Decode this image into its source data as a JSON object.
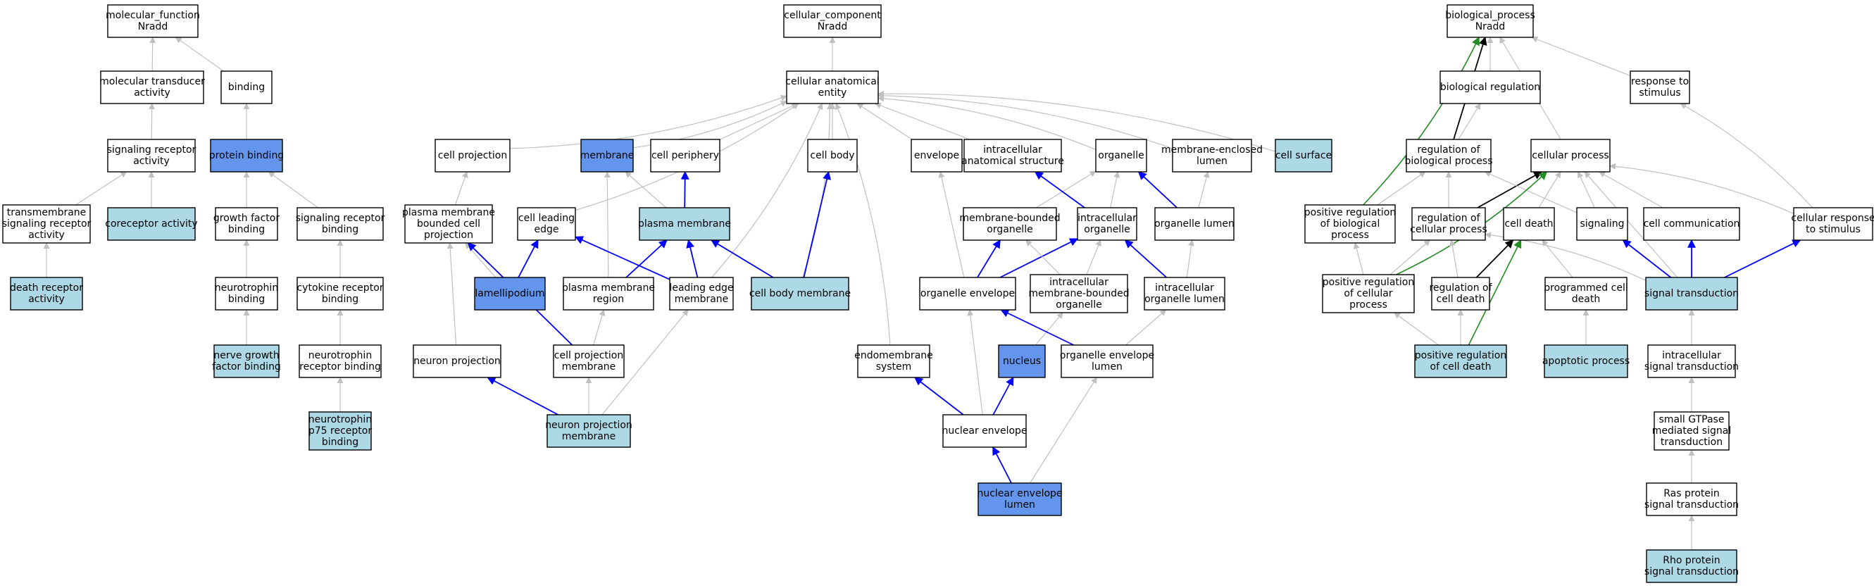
{
  "colors": {
    "plain": "#ffffff",
    "light": "#add8e6",
    "dark": "#6495ed",
    "edge_is_a": "#c0c0c0",
    "edge_part_of": "#0000ff",
    "edge_regulates": "#000000",
    "edge_pos_regulates": "#228b22"
  },
  "nodes": [
    {
      "id": "mf",
      "lines": [
        "molecular_function",
        "Nradd"
      ],
      "fill": "plain"
    },
    {
      "id": "mta",
      "lines": [
        "molecular transducer",
        "activity"
      ],
      "fill": "plain"
    },
    {
      "id": "binding",
      "lines": [
        "binding"
      ],
      "fill": "plain"
    },
    {
      "id": "sra",
      "lines": [
        "signaling receptor",
        "activity"
      ],
      "fill": "plain"
    },
    {
      "id": "pb",
      "lines": [
        "protein binding"
      ],
      "fill": "dark"
    },
    {
      "id": "tmsra",
      "lines": [
        "transmembrane",
        "signaling receptor",
        "activity"
      ],
      "fill": "plain"
    },
    {
      "id": "corec",
      "lines": [
        "coreceptor activity"
      ],
      "fill": "light"
    },
    {
      "id": "gfb",
      "lines": [
        "growth factor",
        "binding"
      ],
      "fill": "plain"
    },
    {
      "id": "srb",
      "lines": [
        "signaling receptor",
        "binding"
      ],
      "fill": "plain"
    },
    {
      "id": "dra",
      "lines": [
        "death receptor",
        "activity"
      ],
      "fill": "light"
    },
    {
      "id": "ntb",
      "lines": [
        "neurotrophin",
        "binding"
      ],
      "fill": "plain"
    },
    {
      "id": "crb",
      "lines": [
        "cytokine receptor",
        "binding"
      ],
      "fill": "plain"
    },
    {
      "id": "ngfb",
      "lines": [
        "nerve growth",
        "factor binding"
      ],
      "fill": "light"
    },
    {
      "id": "ntrb",
      "lines": [
        "neurotrophin",
        "receptor binding"
      ],
      "fill": "plain"
    },
    {
      "id": "p75",
      "lines": [
        "neurotrophin",
        "p75 receptor",
        "binding"
      ],
      "fill": "light"
    },
    {
      "id": "cc",
      "lines": [
        "cellular_component",
        "Nradd"
      ],
      "fill": "plain"
    },
    {
      "id": "cae",
      "lines": [
        "cellular anatomical",
        "entity"
      ],
      "fill": "plain"
    },
    {
      "id": "cproj",
      "lines": [
        "cell projection"
      ],
      "fill": "plain"
    },
    {
      "id": "membrane",
      "lines": [
        "membrane"
      ],
      "fill": "dark"
    },
    {
      "id": "cperiph",
      "lines": [
        "cell periphery"
      ],
      "fill": "plain"
    },
    {
      "id": "cbody",
      "lines": [
        "cell body"
      ],
      "fill": "plain"
    },
    {
      "id": "envelope",
      "lines": [
        "envelope"
      ],
      "fill": "plain"
    },
    {
      "id": "ias",
      "lines": [
        "intracellular",
        "anatomical structure"
      ],
      "fill": "plain"
    },
    {
      "id": "organelle",
      "lines": [
        "organelle"
      ],
      "fill": "plain"
    },
    {
      "id": "mel",
      "lines": [
        "membrane-enclosed",
        "lumen"
      ],
      "fill": "plain"
    },
    {
      "id": "csurf",
      "lines": [
        "cell surface"
      ],
      "fill": "light"
    },
    {
      "id": "pmbcp",
      "lines": [
        "plasma membrane",
        "bounded cell",
        "projection"
      ],
      "fill": "plain"
    },
    {
      "id": "cle",
      "lines": [
        "cell leading",
        "edge"
      ],
      "fill": "plain"
    },
    {
      "id": "pm",
      "lines": [
        "plasma membrane"
      ],
      "fill": "light"
    },
    {
      "id": "mbo",
      "lines": [
        "membrane-bounded",
        "organelle"
      ],
      "fill": "plain"
    },
    {
      "id": "io",
      "lines": [
        "intracellular",
        "organelle"
      ],
      "fill": "plain"
    },
    {
      "id": "ol",
      "lines": [
        "organelle lumen"
      ],
      "fill": "plain"
    },
    {
      "id": "lam",
      "lines": [
        "lamellipodium"
      ],
      "fill": "dark"
    },
    {
      "id": "pmr",
      "lines": [
        "plasma membrane",
        "region"
      ],
      "fill": "plain"
    },
    {
      "id": "lem",
      "lines": [
        "leading edge",
        "membrane"
      ],
      "fill": "plain"
    },
    {
      "id": "cbm",
      "lines": [
        "cell body membrane"
      ],
      "fill": "light"
    },
    {
      "id": "oe",
      "lines": [
        "organelle envelope"
      ],
      "fill": "plain"
    },
    {
      "id": "imbo",
      "lines": [
        "intracellular",
        "membrane-bounded",
        "organelle"
      ],
      "fill": "plain"
    },
    {
      "id": "iol",
      "lines": [
        "intracellular",
        "organelle lumen"
      ],
      "fill": "plain"
    },
    {
      "id": "nproj",
      "lines": [
        "neuron projection"
      ],
      "fill": "plain"
    },
    {
      "id": "cpm",
      "lines": [
        "cell projection",
        "membrane"
      ],
      "fill": "plain"
    },
    {
      "id": "endo",
      "lines": [
        "endomembrane",
        "system"
      ],
      "fill": "plain"
    },
    {
      "id": "nucleus",
      "lines": [
        "nucleus"
      ],
      "fill": "dark"
    },
    {
      "id": "oel",
      "lines": [
        "organelle envelope",
        "lumen"
      ],
      "fill": "plain"
    },
    {
      "id": "npm",
      "lines": [
        "neuron projection",
        "membrane"
      ],
      "fill": "light"
    },
    {
      "id": "ne",
      "lines": [
        "nuclear envelope"
      ],
      "fill": "plain"
    },
    {
      "id": "nel",
      "lines": [
        "nuclear envelope",
        "lumen"
      ],
      "fill": "dark"
    },
    {
      "id": "bp",
      "lines": [
        "biological_process",
        "Nradd"
      ],
      "fill": "plain"
    },
    {
      "id": "breg",
      "lines": [
        "biological regulation"
      ],
      "fill": "plain"
    },
    {
      "id": "rts",
      "lines": [
        "response to",
        "stimulus"
      ],
      "fill": "plain"
    },
    {
      "id": "robp",
      "lines": [
        "regulation of",
        "biological process"
      ],
      "fill": "plain"
    },
    {
      "id": "cp",
      "lines": [
        "cellular process"
      ],
      "fill": "plain"
    },
    {
      "id": "prbp",
      "lines": [
        "positive regulation",
        "of biological",
        "process"
      ],
      "fill": "plain"
    },
    {
      "id": "rocp",
      "lines": [
        "regulation of",
        "cellular process"
      ],
      "fill": "plain"
    },
    {
      "id": "cdeath",
      "lines": [
        "cell death"
      ],
      "fill": "plain"
    },
    {
      "id": "signaling",
      "lines": [
        "signaling"
      ],
      "fill": "plain"
    },
    {
      "id": "ccomm",
      "lines": [
        "cell communication"
      ],
      "fill": "plain"
    },
    {
      "id": "crts",
      "lines": [
        "cellular response",
        "to stimulus"
      ],
      "fill": "plain"
    },
    {
      "id": "prcp",
      "lines": [
        "positive regulation",
        "of cellular",
        "process"
      ],
      "fill": "plain"
    },
    {
      "id": "rocd",
      "lines": [
        "regulation of",
        "cell death"
      ],
      "fill": "plain"
    },
    {
      "id": "pcd",
      "lines": [
        "programmed cell",
        "death"
      ],
      "fill": "plain"
    },
    {
      "id": "st",
      "lines": [
        "signal transduction"
      ],
      "fill": "light"
    },
    {
      "id": "prcd",
      "lines": [
        "positive regulation",
        "of cell death"
      ],
      "fill": "light"
    },
    {
      "id": "apop",
      "lines": [
        "apoptotic process"
      ],
      "fill": "light"
    },
    {
      "id": "ist",
      "lines": [
        "intracellular",
        "signal transduction"
      ],
      "fill": "plain"
    },
    {
      "id": "sgtp",
      "lines": [
        "small GTPase",
        "mediated signal",
        "transduction"
      ],
      "fill": "plain"
    },
    {
      "id": "ras",
      "lines": [
        "Ras protein",
        "signal transduction"
      ],
      "fill": "plain"
    },
    {
      "id": "rho",
      "lines": [
        "Rho protein",
        "signal transduction"
      ],
      "fill": "light"
    }
  ],
  "edges": [
    {
      "from": "mta",
      "to": "mf",
      "type": "is_a"
    },
    {
      "from": "binding",
      "to": "mf",
      "type": "is_a"
    },
    {
      "from": "sra",
      "to": "mta",
      "type": "is_a"
    },
    {
      "from": "pb",
      "to": "binding",
      "type": "is_a"
    },
    {
      "from": "tmsra",
      "to": "sra",
      "type": "is_a"
    },
    {
      "from": "corec",
      "to": "sra",
      "type": "is_a"
    },
    {
      "from": "gfb",
      "to": "pb",
      "type": "is_a"
    },
    {
      "from": "srb",
      "to": "pb",
      "type": "is_a"
    },
    {
      "from": "dra",
      "to": "tmsra",
      "type": "is_a"
    },
    {
      "from": "ntb",
      "to": "gfb",
      "type": "is_a"
    },
    {
      "from": "crb",
      "to": "srb",
      "type": "is_a"
    },
    {
      "from": "ngfb",
      "to": "ntb",
      "type": "is_a"
    },
    {
      "from": "ntrb",
      "to": "crb",
      "type": "is_a"
    },
    {
      "from": "p75",
      "to": "ntrb",
      "type": "is_a"
    },
    {
      "from": "cae",
      "to": "cc",
      "type": "is_a"
    },
    {
      "from": "cproj",
      "to": "cae",
      "type": "is_a"
    },
    {
      "from": "membrane",
      "to": "cae",
      "type": "is_a"
    },
    {
      "from": "cperiph",
      "to": "cae",
      "type": "is_a"
    },
    {
      "from": "cbody",
      "to": "cae",
      "type": "is_a"
    },
    {
      "from": "envelope",
      "to": "cae",
      "type": "is_a"
    },
    {
      "from": "ias",
      "to": "cae",
      "type": "is_a"
    },
    {
      "from": "organelle",
      "to": "cae",
      "type": "is_a"
    },
    {
      "from": "mel",
      "to": "cae",
      "type": "is_a"
    },
    {
      "from": "csurf",
      "to": "cae",
      "type": "is_a"
    },
    {
      "from": "cle",
      "to": "cae",
      "type": "is_a"
    },
    {
      "from": "lem",
      "to": "cae",
      "type": "is_a"
    },
    {
      "from": "cbm",
      "to": "cae",
      "type": "is_a"
    },
    {
      "from": "endo",
      "to": "cae",
      "type": "is_a"
    },
    {
      "from": "pmbcp",
      "to": "cproj",
      "type": "is_a"
    },
    {
      "from": "pm",
      "to": "membrane",
      "type": "is_a"
    },
    {
      "from": "pm",
      "to": "cperiph",
      "type": "part_of"
    },
    {
      "from": "cbm",
      "to": "cbody",
      "type": "part_of"
    },
    {
      "from": "mbo",
      "to": "organelle",
      "type": "is_a"
    },
    {
      "from": "io",
      "to": "organelle",
      "type": "is_a"
    },
    {
      "from": "io",
      "to": "ias",
      "type": "part_of"
    },
    {
      "from": "ol",
      "to": "mel",
      "type": "is_a"
    },
    {
      "from": "ol",
      "to": "organelle",
      "type": "part_of"
    },
    {
      "from": "lam",
      "to": "pmbcp",
      "type": "is_a"
    },
    {
      "from": "lam",
      "to": "cle",
      "type": "part_of"
    },
    {
      "from": "pmr",
      "to": "membrane",
      "type": "is_a"
    },
    {
      "from": "pmr",
      "to": "pm",
      "type": "part_of"
    },
    {
      "from": "lem",
      "to": "cle",
      "type": "part_of"
    },
    {
      "from": "lem",
      "to": "pm",
      "type": "part_of"
    },
    {
      "from": "cbm",
      "to": "pm",
      "type": "part_of"
    },
    {
      "from": "oe",
      "to": "envelope",
      "type": "is_a"
    },
    {
      "from": "oe",
      "to": "mbo",
      "type": "part_of"
    },
    {
      "from": "oe",
      "to": "io",
      "type": "part_of"
    },
    {
      "from": "imbo",
      "to": "mbo",
      "type": "is_a"
    },
    {
      "from": "imbo",
      "to": "io",
      "type": "is_a"
    },
    {
      "from": "iol",
      "to": "ol",
      "type": "is_a"
    },
    {
      "from": "iol",
      "to": "io",
      "type": "part_of"
    },
    {
      "from": "nproj",
      "to": "pmbcp",
      "type": "is_a"
    },
    {
      "from": "cpm",
      "to": "pmr",
      "type": "is_a"
    },
    {
      "from": "cpm",
      "to": "pmbcp",
      "type": "part_of"
    },
    {
      "from": "nucleus",
      "to": "imbo",
      "type": "is_a"
    },
    {
      "from": "oel",
      "to": "iol",
      "type": "is_a"
    },
    {
      "from": "oel",
      "to": "oe",
      "type": "part_of"
    },
    {
      "from": "npm",
      "to": "cpm",
      "type": "is_a"
    },
    {
      "from": "npm",
      "to": "lem",
      "type": "is_a"
    },
    {
      "from": "npm",
      "to": "nproj",
      "type": "part_of"
    },
    {
      "from": "ne",
      "to": "oe",
      "type": "is_a"
    },
    {
      "from": "ne",
      "to": "endo",
      "type": "part_of"
    },
    {
      "from": "ne",
      "to": "nucleus",
      "type": "part_of"
    },
    {
      "from": "nel",
      "to": "oel",
      "type": "is_a"
    },
    {
      "from": "nel",
      "to": "ne",
      "type": "part_of"
    },
    {
      "from": "breg",
      "to": "bp",
      "type": "is_a"
    },
    {
      "from": "rts",
      "to": "bp",
      "type": "is_a"
    },
    {
      "from": "cp",
      "to": "bp",
      "type": "is_a"
    },
    {
      "from": "robp",
      "to": "breg",
      "type": "is_a"
    },
    {
      "from": "robp",
      "to": "bp",
      "type": "regulates"
    },
    {
      "from": "prbp",
      "to": "robp",
      "type": "is_a"
    },
    {
      "from": "prbp",
      "to": "bp",
      "type": "pos_regulates"
    },
    {
      "from": "rocp",
      "to": "robp",
      "type": "is_a"
    },
    {
      "from": "rocp",
      "to": "cp",
      "type": "regulates"
    },
    {
      "from": "cdeath",
      "to": "cp",
      "type": "is_a"
    },
    {
      "from": "signaling",
      "to": "cp",
      "type": "is_a"
    },
    {
      "from": "ccomm",
      "to": "cp",
      "type": "is_a"
    },
    {
      "from": "crts",
      "to": "cp",
      "type": "is_a"
    },
    {
      "from": "crts",
      "to": "rts",
      "type": "is_a"
    },
    {
      "from": "signaling",
      "to": "robp",
      "type": "is_a"
    },
    {
      "from": "prcp",
      "to": "prbp",
      "type": "is_a"
    },
    {
      "from": "prcp",
      "to": "rocp",
      "type": "is_a"
    },
    {
      "from": "prcp",
      "to": "cp",
      "type": "pos_regulates"
    },
    {
      "from": "rocd",
      "to": "rocp",
      "type": "is_a"
    },
    {
      "from": "rocd",
      "to": "cdeath",
      "type": "regulates"
    },
    {
      "from": "pcd",
      "to": "cdeath",
      "type": "is_a"
    },
    {
      "from": "st",
      "to": "cp",
      "type": "is_a"
    },
    {
      "from": "st",
      "to": "rocp",
      "type": "is_a"
    },
    {
      "from": "st",
      "to": "signaling",
      "type": "part_of"
    },
    {
      "from": "st",
      "to": "ccomm",
      "type": "part_of"
    },
    {
      "from": "st",
      "to": "crts",
      "type": "part_of"
    },
    {
      "from": "prcd",
      "to": "prcp",
      "type": "is_a"
    },
    {
      "from": "prcd",
      "to": "rocd",
      "type": "is_a"
    },
    {
      "from": "prcd",
      "to": "cdeath",
      "type": "pos_regulates"
    },
    {
      "from": "apop",
      "to": "pcd",
      "type": "is_a"
    },
    {
      "from": "ist",
      "to": "st",
      "type": "is_a"
    },
    {
      "from": "sgtp",
      "to": "ist",
      "type": "is_a"
    },
    {
      "from": "ras",
      "to": "sgtp",
      "type": "is_a"
    },
    {
      "from": "rho",
      "to": "ras",
      "type": "is_a"
    }
  ]
}
